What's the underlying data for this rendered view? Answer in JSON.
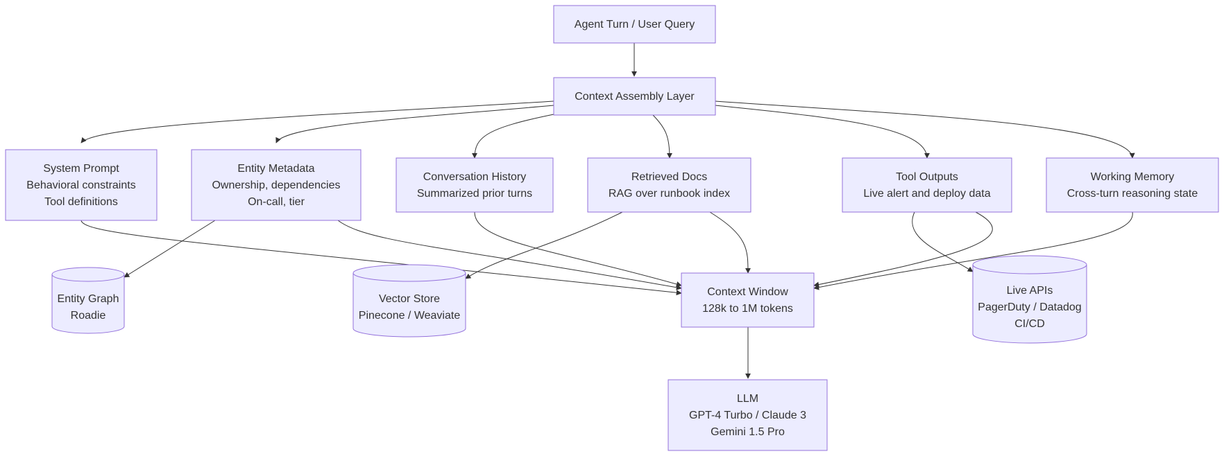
{
  "nodes": {
    "agent_turn": [
      "Agent Turn / User Query"
    ],
    "context_assembly": [
      "Context Assembly Layer"
    ],
    "system_prompt": [
      "System Prompt",
      "Behavioral constraints",
      "Tool definitions"
    ],
    "entity_metadata": [
      "Entity Metadata",
      "Ownership, dependencies",
      "On-call, tier"
    ],
    "conversation_history": [
      "Conversation History",
      "Summarized prior turns"
    ],
    "retrieved_docs": [
      "Retrieved Docs",
      "RAG over runbook index"
    ],
    "tool_outputs": [
      "Tool Outputs",
      "Live alert and deploy data"
    ],
    "working_memory": [
      "Working Memory",
      "Cross-turn reasoning state"
    ],
    "entity_graph": [
      "Entity Graph",
      "Roadie"
    ],
    "vector_store": [
      "Vector Store",
      "Pinecone / Weaviate"
    ],
    "context_window": [
      "Context Window",
      "128k to 1M tokens"
    ],
    "live_apis": [
      "Live APIs",
      "PagerDuty / Datadog",
      "CI/CD"
    ],
    "llm": [
      "LLM",
      "GPT-4 Turbo / Claude 3",
      "Gemini 1.5 Pro"
    ]
  },
  "edges": [
    {
      "from": "agent_turn",
      "to": "context_assembly"
    },
    {
      "from": "context_assembly",
      "to": "system_prompt"
    },
    {
      "from": "context_assembly",
      "to": "entity_metadata"
    },
    {
      "from": "context_assembly",
      "to": "conversation_history"
    },
    {
      "from": "context_assembly",
      "to": "retrieved_docs"
    },
    {
      "from": "context_assembly",
      "to": "tool_outputs"
    },
    {
      "from": "context_assembly",
      "to": "working_memory"
    },
    {
      "from": "system_prompt",
      "to": "context_window"
    },
    {
      "from": "entity_metadata",
      "to": "entity_graph"
    },
    {
      "from": "entity_metadata",
      "to": "context_window"
    },
    {
      "from": "conversation_history",
      "to": "context_window"
    },
    {
      "from": "retrieved_docs",
      "to": "vector_store"
    },
    {
      "from": "retrieved_docs",
      "to": "context_window"
    },
    {
      "from": "tool_outputs",
      "to": "live_apis"
    },
    {
      "from": "tool_outputs",
      "to": "context_window"
    },
    {
      "from": "working_memory",
      "to": "context_window"
    },
    {
      "from": "context_window",
      "to": "llm"
    }
  ],
  "colors": {
    "node_fill": "#ECECFF",
    "node_stroke": "#9370DB",
    "edge": "#333333",
    "text": "#333333"
  }
}
